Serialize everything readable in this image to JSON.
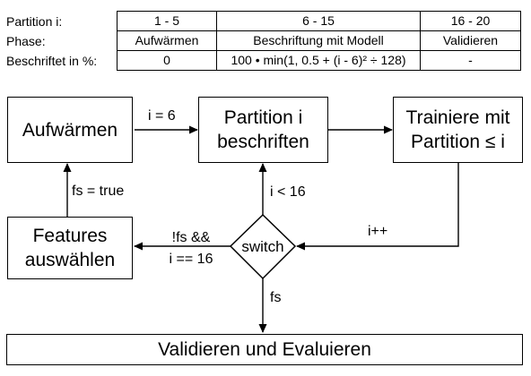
{
  "table": {
    "row_labels": [
      "Partition i:",
      "Phase:",
      "Beschriftet in %:"
    ],
    "columns": [
      {
        "partition": "1 - 5",
        "phase": "Aufwärmen",
        "percent": "0"
      },
      {
        "partition": "6 - 15",
        "phase": "Beschriftung mit Modell",
        "percent": "100 • min(1, 0.5 + (i - 6)² ÷ 128)"
      },
      {
        "partition": "16 - 20",
        "phase": "Validieren",
        "percent": "-"
      }
    ]
  },
  "flow": {
    "nodes": {
      "warmup": "Aufwärmen",
      "label_partition": "Partition i beschriften",
      "train": "Trainiere mit Partition ≤ i",
      "features": "Features auswählen",
      "switch": "switch",
      "validate": "Validieren und Evaluieren"
    },
    "edges": {
      "warmup_to_label": "i = 6",
      "features_to_warmup": "fs = true",
      "switch_to_label": "i < 16",
      "train_to_switch": "i++",
      "switch_to_features_line1": "!fs &&",
      "switch_to_features_line2": "i == 16",
      "switch_to_validate": "fs"
    }
  }
}
